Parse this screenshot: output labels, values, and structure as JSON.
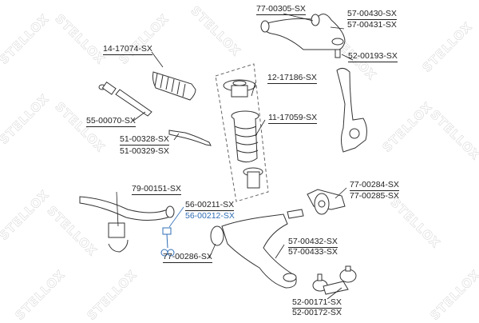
{
  "diagram": {
    "watermark": "STELLOX",
    "accent_color": "#2f6db5",
    "line_color": "#222222",
    "parts": [
      {
        "id": "upper-arm-bushing",
        "labels": [
          "77-00305-SX"
        ]
      },
      {
        "id": "upper-control-arm",
        "labels": [
          "57-00430-SX",
          "57-00431-SX"
        ]
      },
      {
        "id": "upper-ball-joint",
        "labels": [
          "52-00193-SX"
        ]
      },
      {
        "id": "steering-boot",
        "labels": [
          "14-17074-SX"
        ]
      },
      {
        "id": "tie-rod",
        "labels": [
          "55-00070-SX"
        ]
      },
      {
        "id": "idler-arm",
        "labels": [
          "51-00328-SX",
          "51-00329-SX"
        ]
      },
      {
        "id": "strut-mount",
        "labels": [
          "12-17186-SX"
        ]
      },
      {
        "id": "strut-boot",
        "labels": [
          "11-17059-SX"
        ]
      },
      {
        "id": "lower-arm-rear-bushing",
        "labels": [
          "77-00284-SX",
          "77-00285-SX"
        ]
      },
      {
        "id": "stabilizer-bushing",
        "labels": [
          "79-00151-SX"
        ]
      },
      {
        "id": "stabilizer-link",
        "labels": [
          "56-00211-SX",
          "56-00212-SX"
        ],
        "highlighted_label_index": 1
      },
      {
        "id": "lower-arm-front-bushing",
        "labels": [
          "77-00286-SX"
        ]
      },
      {
        "id": "lower-control-arm",
        "labels": [
          "57-00432-SX",
          "57-00433-SX"
        ]
      },
      {
        "id": "lower-ball-joint",
        "labels": [
          "52-00171-SX",
          "52-00172-SX"
        ]
      }
    ]
  }
}
